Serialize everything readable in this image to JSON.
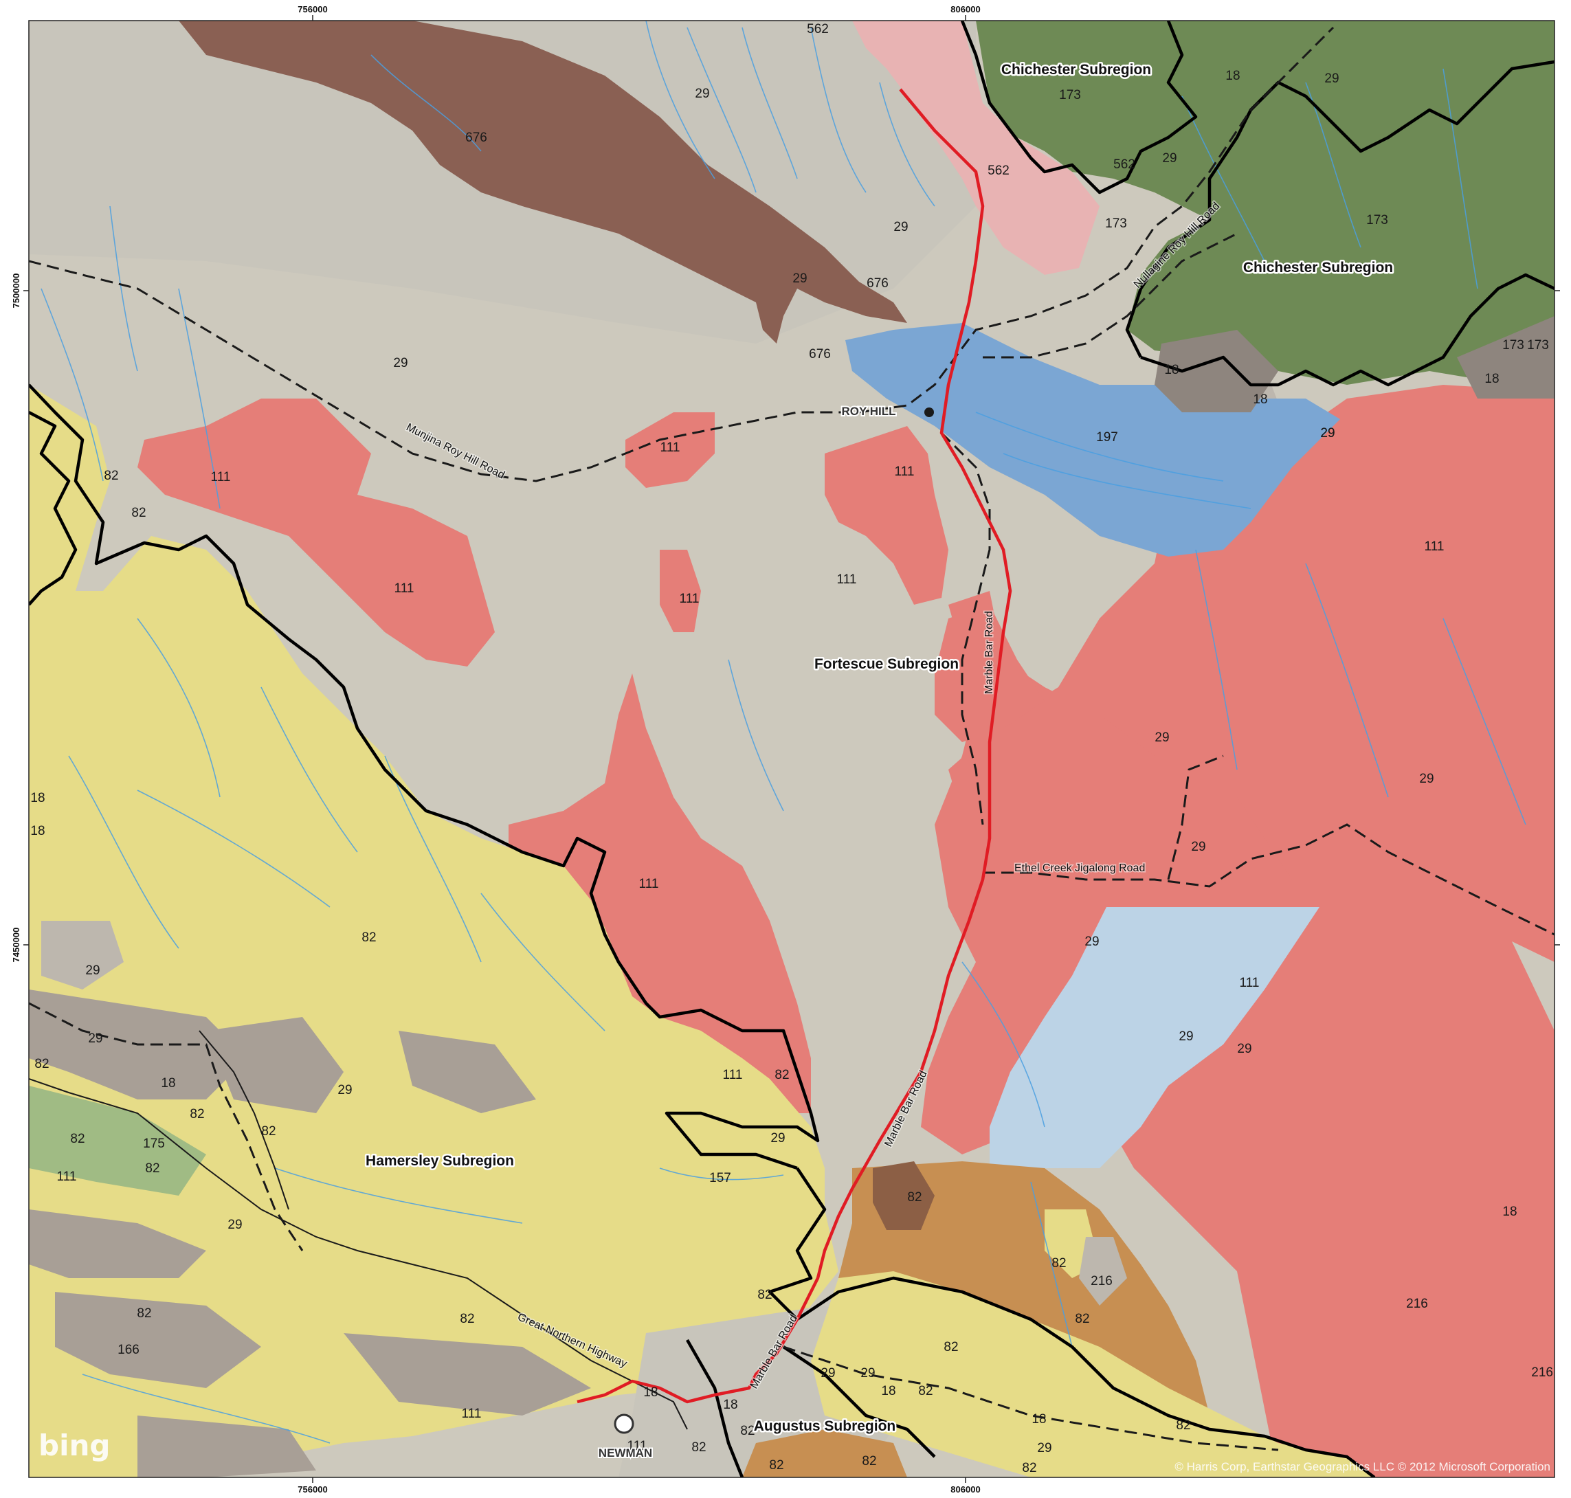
{
  "map": {
    "coords_top": [
      "756000",
      "806000"
    ],
    "coords_bottom": [
      "756000",
      "806000"
    ],
    "coords_left": [
      "7500000",
      "7450000"
    ],
    "subregions": {
      "chichester_1": "Chichester Subregion",
      "chichester_2": "Chichester Subregion",
      "fortescue": "Fortescue Subregion",
      "hamersley": "Hamersley Subregion",
      "augustus": "Augustus Subregion"
    },
    "roads": {
      "munjina": "Munjina Roy Hill Road",
      "marble_bar_1": "Marble Bar Road",
      "marble_bar_2": "Marble Bar Road",
      "marble_bar_3": "Marble Bar Road",
      "ethel_creek": "Ethel Creek Jigalong Road",
      "great_northern": "Great Northern Highway",
      "nullagine": "Nullagine Roy Hill Road"
    },
    "places": {
      "roy_hill": "ROY HILL",
      "newman": "NEWMAN"
    },
    "attribution": "© Harris Corp, Earthstar Geographics LLC © 2012 Microsoft Corporation",
    "logo": "bing",
    "unit_labels": [
      "562",
      "29",
      "676",
      "562",
      "29",
      "173",
      "29",
      "18",
      "29",
      "173",
      "562",
      "173",
      "173",
      "29",
      "29",
      "676",
      "676",
      "29",
      "18",
      "18",
      "18",
      "173",
      "29",
      "197",
      "111",
      "111",
      "111",
      "111",
      "111",
      "111",
      "111",
      "111",
      "111",
      "82",
      "82",
      "Fortescue",
      "29",
      "29",
      "29",
      "29",
      "18",
      "18",
      "29",
      "29",
      "82",
      "29",
      "18",
      "82",
      "82",
      "82",
      "175",
      "82",
      "82",
      "111",
      "111",
      "82",
      "29",
      "157",
      "82",
      "29",
      "216",
      "82",
      "82",
      "82",
      "82",
      "82",
      "82",
      "29",
      "29",
      "82",
      "82",
      "18",
      "82",
      "18",
      "18",
      "18",
      "166",
      "111",
      "111",
      "29",
      "29",
      "18",
      "216",
      "216",
      "82",
      "82",
      "82",
      "29",
      "82"
    ],
    "colors": {
      "outer_frame": "#ffffff",
      "fortescue_plain": "#cdc9bd",
      "unit_111": "#e57e78",
      "unit_82": "#e6dc88",
      "unit_18": "#8e857e",
      "unit_173": "#6e8a55",
      "unit_676": "#8a6053",
      "unit_197": "#7ba6d3",
      "unit_166": "#bcd3e6",
      "unit_216": "#c78f52",
      "unit_157": "#8c5f45",
      "unit_562": "#e8b3b3",
      "unit_175": "#a0bb84",
      "river": "#4a9fe0",
      "route": "#e01c24"
    }
  }
}
